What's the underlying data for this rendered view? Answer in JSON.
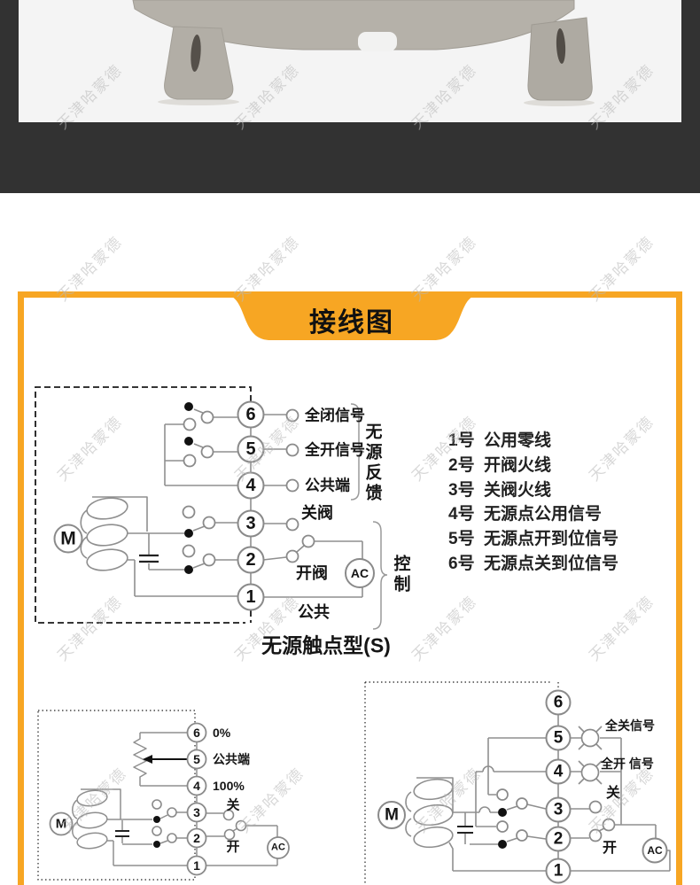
{
  "watermark": {
    "text": "天津哈蒙德"
  },
  "colors": {
    "accent_orange": "#F7A623",
    "dark_bar": "#323232",
    "photo_background": "#F4F4F4",
    "wire_gray": "#8F8F8F",
    "text_black": "#151515"
  },
  "panel": {
    "title": "接线图",
    "main_diagram": {
      "terminals": [
        "6",
        "5",
        "4",
        "3",
        "2",
        "1"
      ],
      "feedback_labels": {
        "t6": "全闭信号",
        "t5": "全开信号",
        "t4": "公共端"
      },
      "feedback_group": "无源反馈",
      "control_labels": {
        "t3": "关阀",
        "t2": "开阀",
        "t1": "公共"
      },
      "control_group": "控制",
      "motor": "M",
      "power": "AC",
      "caption": "无源触点型(S)"
    },
    "terminal_list": {
      "items": [
        {
          "num": "1号",
          "desc": "公用零线"
        },
        {
          "num": "2号",
          "desc": "开阀火线"
        },
        {
          "num": "3号",
          "desc": "关阀火线"
        },
        {
          "num": "4号",
          "desc": "无源点公用信号"
        },
        {
          "num": "5号",
          "desc": "无源点开到位信号"
        },
        {
          "num": "6号",
          "desc": "无源点关到位信号"
        }
      ]
    },
    "pot_diagram": {
      "terminals": [
        "6",
        "5",
        "4",
        "3",
        "2",
        "1"
      ],
      "labels": {
        "t6": "0%",
        "t5": "公共端",
        "t4": "100%",
        "t3": "关",
        "t2": "开"
      },
      "motor": "M",
      "power": "AC"
    },
    "lamp_diagram": {
      "terminals": [
        "6",
        "5",
        "4",
        "3",
        "2",
        "1"
      ],
      "labels": {
        "t5": "全关信号",
        "t4": "全开 信号",
        "t3": "关",
        "t2": "开"
      },
      "motor": "M",
      "power": "AC"
    }
  }
}
